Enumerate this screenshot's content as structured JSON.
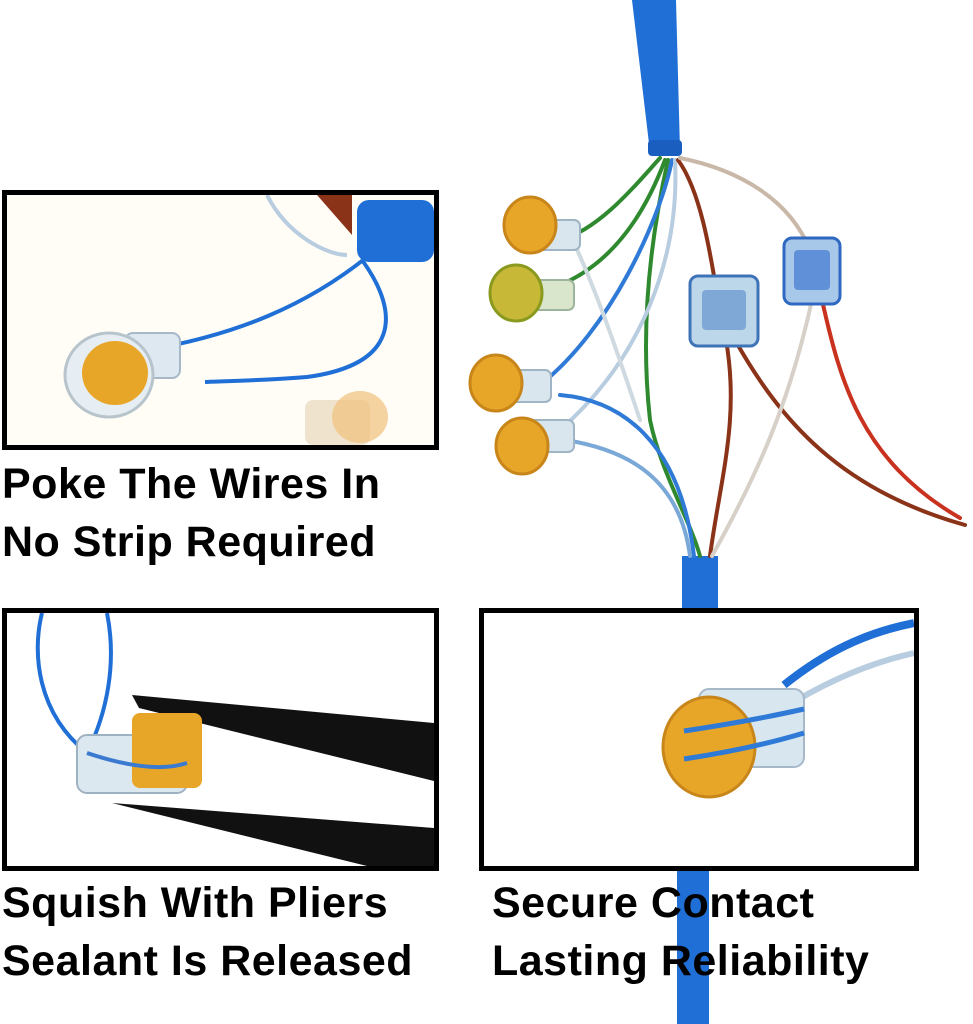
{
  "colors": {
    "cable_blue": "#1f6fd6",
    "connector_gold": "#e8a628",
    "connector_clear": "#cfe1ee",
    "wire_green": "#2f8a2f",
    "wire_brown": "#8a3318",
    "wire_red": "#c8321e",
    "plier_black": "#111111",
    "border": "#000000"
  },
  "panels": {
    "poke": {
      "line1": "Poke The Wires In",
      "line2": "No Strip Required",
      "icon": "connector-wire-insertion"
    },
    "squish": {
      "line1_words": [
        "Squish",
        "With",
        "Pliers"
      ],
      "line2": "Sealant Is Released",
      "icon": "pliers-crimping-connector"
    },
    "secure": {
      "line1_words": [
        "Secure",
        "Contact"
      ],
      "line2": "Lasting Reliability",
      "icon": "crimped-connector"
    }
  }
}
